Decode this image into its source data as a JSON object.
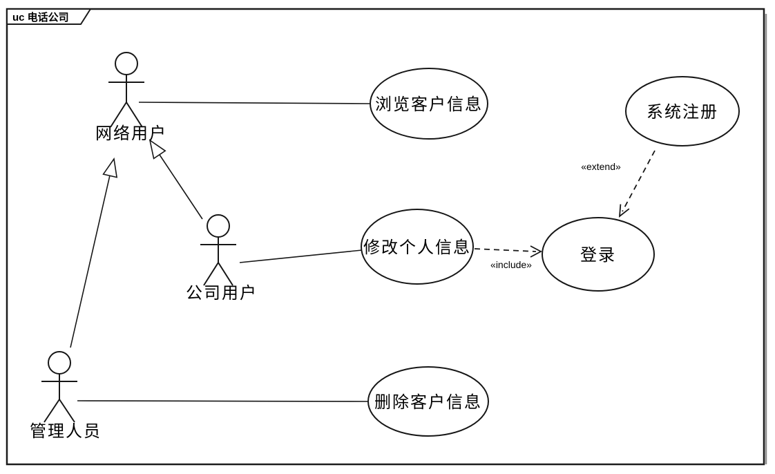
{
  "diagram_type": "UML use case diagram",
  "frame": {
    "label": "uc 电话公司"
  },
  "actors": [
    {
      "label": "网络用户"
    },
    {
      "label": "公司用户"
    },
    {
      "label": "管理人员"
    }
  ],
  "use_cases": [
    {
      "label": "浏览客户信息"
    },
    {
      "label": "修改个人信息"
    },
    {
      "label": "删除客户信息"
    },
    {
      "label": "登录"
    },
    {
      "label": "系统注册"
    }
  ],
  "stereotypes": {
    "include": "«include»",
    "extend": "«extend»"
  },
  "relationships": [
    {
      "from": "网络用户",
      "to": "浏览客户信息",
      "type": "association"
    },
    {
      "from": "公司用户",
      "to": "修改个人信息",
      "type": "association"
    },
    {
      "from": "管理人员",
      "to": "删除客户信息",
      "type": "association"
    },
    {
      "from": "公司用户",
      "to": "网络用户",
      "type": "generalization"
    },
    {
      "from": "管理人员",
      "to": "网络用户",
      "type": "generalization"
    },
    {
      "from": "修改个人信息",
      "to": "登录",
      "type": "include",
      "label": "«include»"
    },
    {
      "from": "系统注册",
      "to": "登录",
      "type": "extend",
      "label": "«extend»"
    }
  ],
  "colors": {
    "stroke": "#161616",
    "background": "#ffffff",
    "text": "#000000",
    "frame_shadow": "#8f8f8f"
  }
}
